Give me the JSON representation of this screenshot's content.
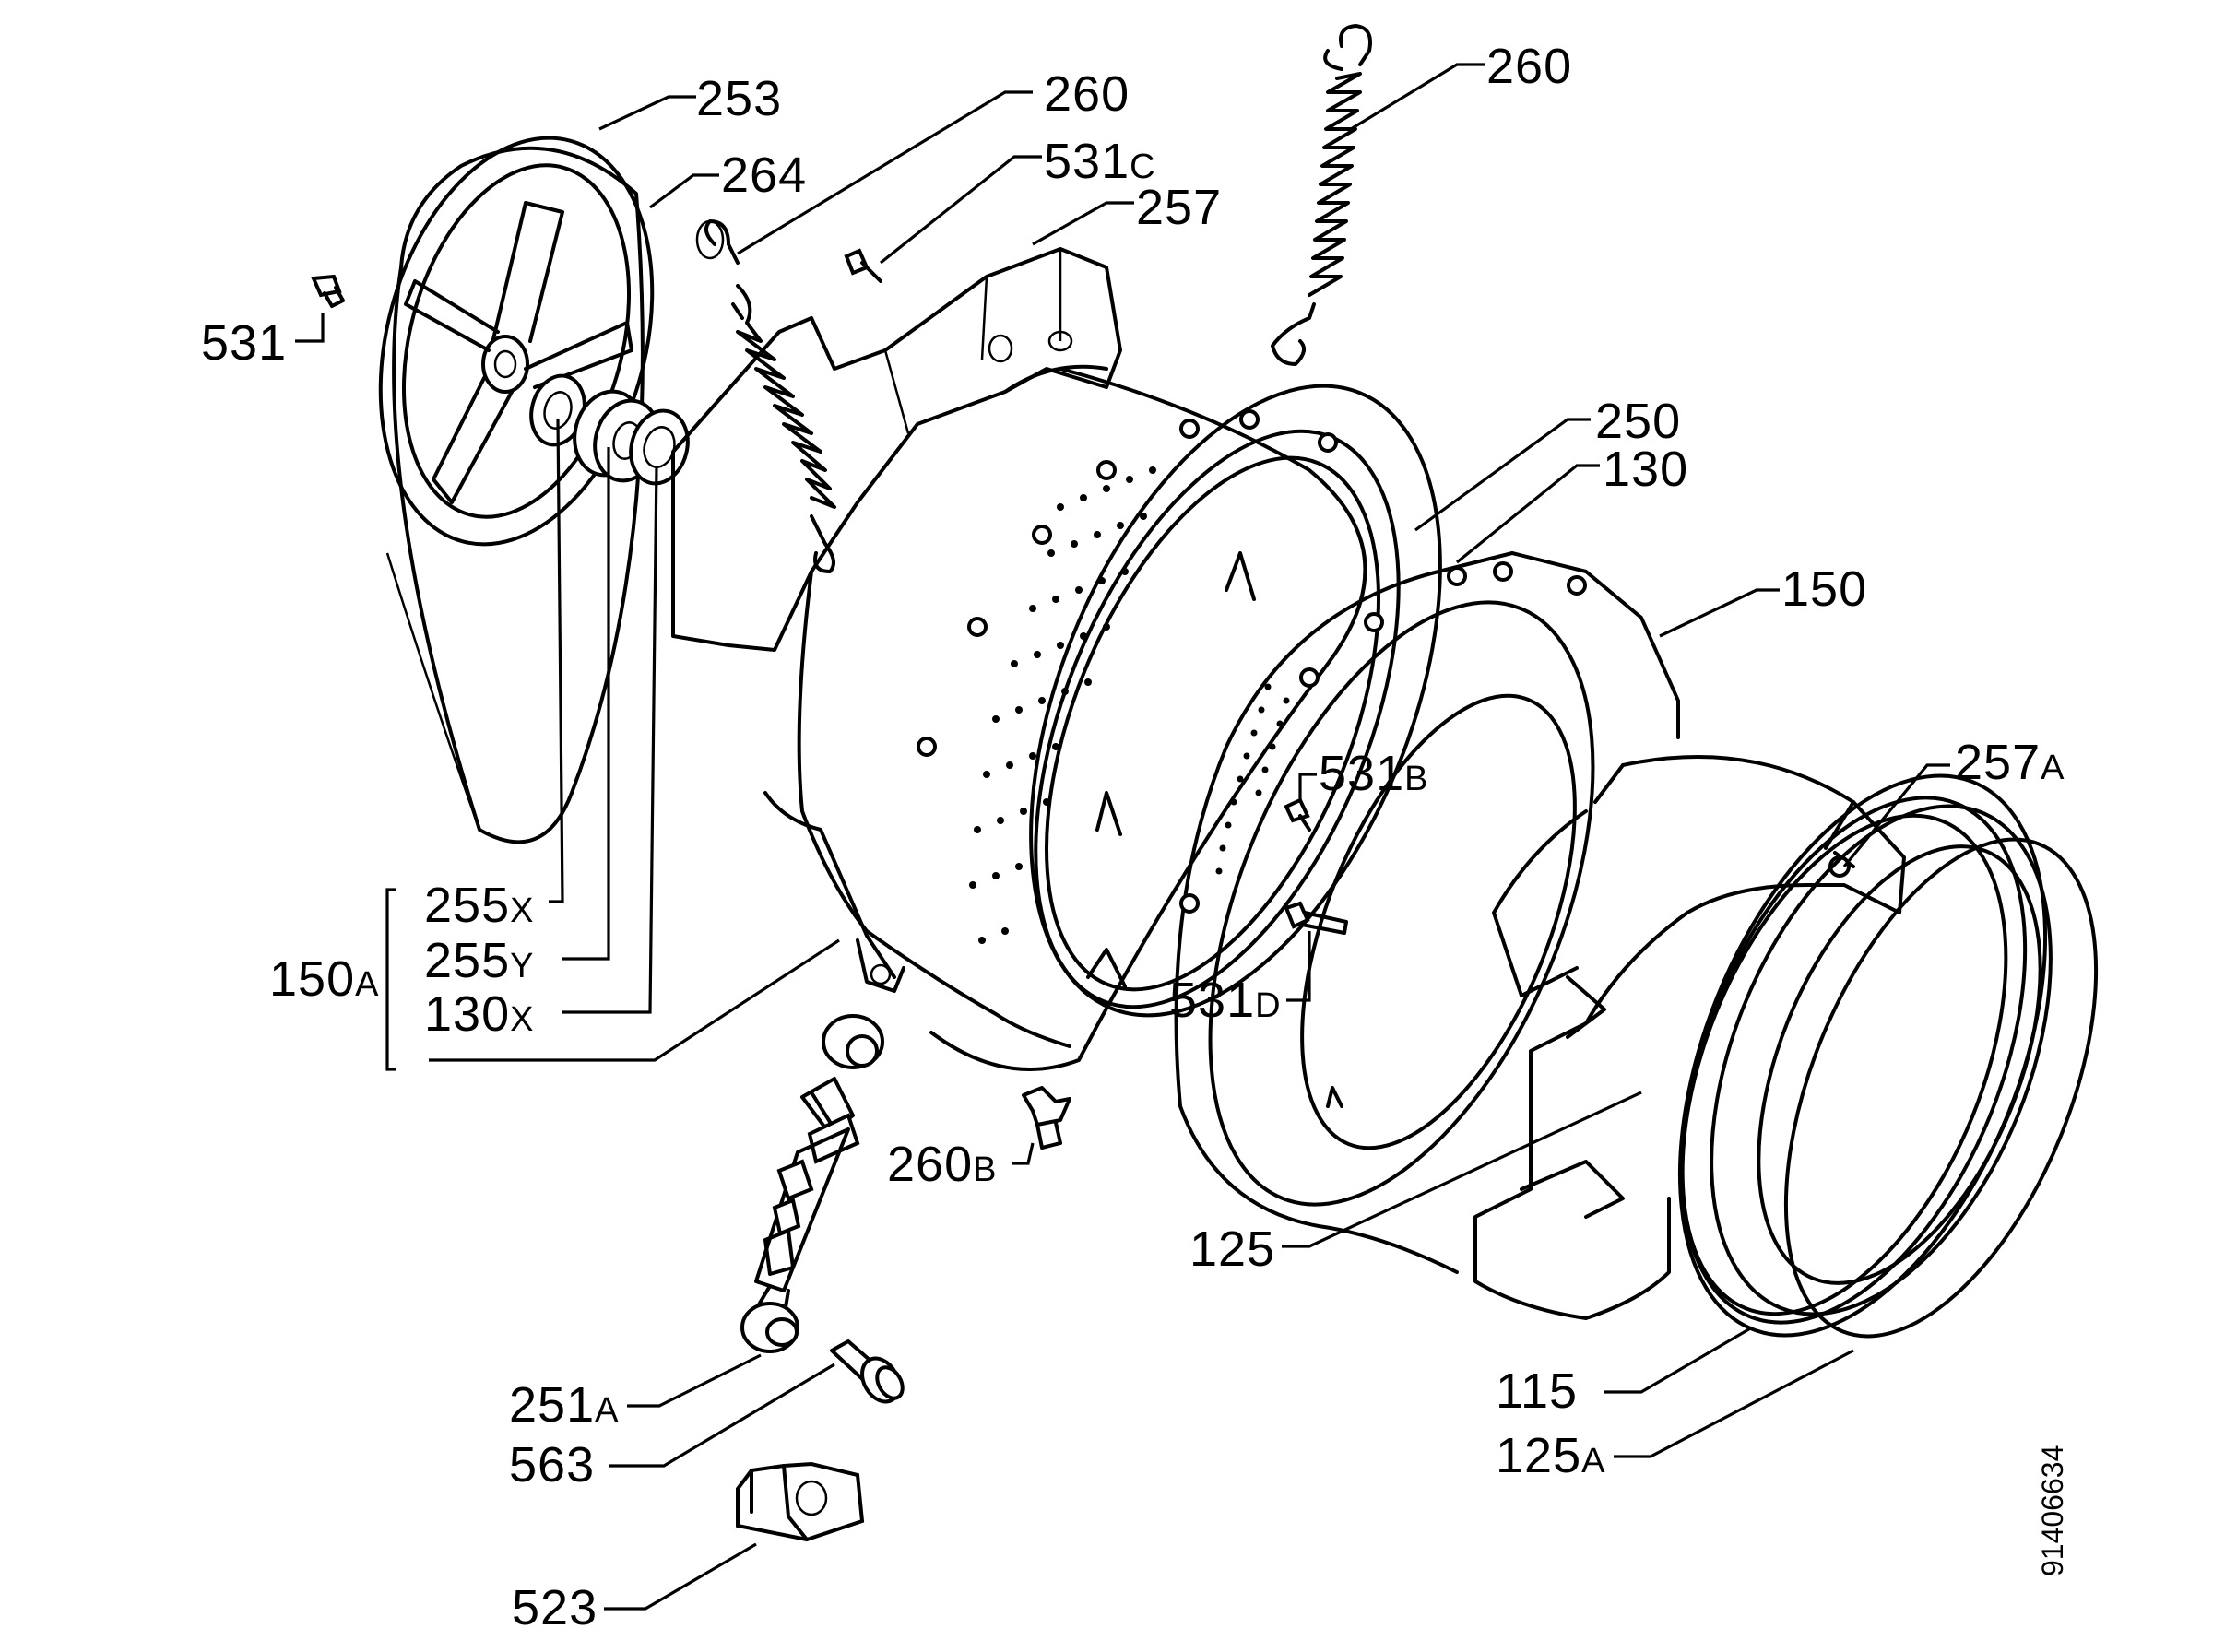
{
  "diagram": {
    "document_code": "91406634",
    "labels": [
      {
        "id": "253",
        "num": "253",
        "suffix": ""
      },
      {
        "id": "264",
        "num": "264",
        "suffix": ""
      },
      {
        "id": "260-top-left",
        "num": "260",
        "suffix": ""
      },
      {
        "id": "531c",
        "num": "531",
        "suffix": "C"
      },
      {
        "id": "257",
        "num": "257",
        "suffix": ""
      },
      {
        "id": "260-top-right",
        "num": "260",
        "suffix": ""
      },
      {
        "id": "531",
        "num": "531",
        "suffix": ""
      },
      {
        "id": "250",
        "num": "250",
        "suffix": ""
      },
      {
        "id": "130",
        "num": "130",
        "suffix": ""
      },
      {
        "id": "150",
        "num": "150",
        "suffix": ""
      },
      {
        "id": "531b",
        "num": "531",
        "suffix": "B"
      },
      {
        "id": "257a",
        "num": "257",
        "suffix": "A"
      },
      {
        "id": "255x",
        "num": "255",
        "suffix": "X"
      },
      {
        "id": "255y",
        "num": "255",
        "suffix": "Y"
      },
      {
        "id": "150a",
        "num": "150",
        "suffix": "A"
      },
      {
        "id": "130x",
        "num": "130",
        "suffix": "X"
      },
      {
        "id": "531d",
        "num": "531",
        "suffix": "D"
      },
      {
        "id": "260b",
        "num": "260",
        "suffix": "B"
      },
      {
        "id": "125",
        "num": "125",
        "suffix": ""
      },
      {
        "id": "251a",
        "num": "251",
        "suffix": "A"
      },
      {
        "id": "563",
        "num": "563",
        "suffix": ""
      },
      {
        "id": "115",
        "num": "115",
        "suffix": ""
      },
      {
        "id": "125a",
        "num": "125",
        "suffix": "A"
      },
      {
        "id": "523",
        "num": "523",
        "suffix": ""
      }
    ]
  }
}
